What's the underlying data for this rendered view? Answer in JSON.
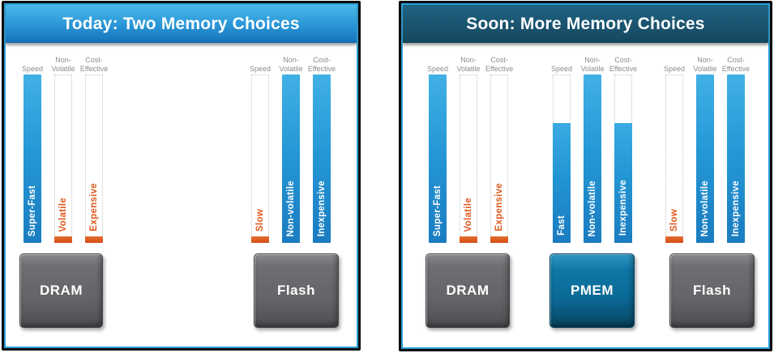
{
  "colors": {
    "bar_blue_top": "#3aabe2",
    "bar_blue_bottom": "#1a7cc0",
    "low_orange": "#dd5a1f",
    "header_today_top": "#4db7ea",
    "header_today_bottom": "#136ab0",
    "header_soon": "#194f69",
    "panel_inner_border_blue": "#2a9fd9",
    "dram_flash_box_gray": "#636467",
    "pmem_box_blue": "#0b6a97",
    "column_header_gray": "#8a8c8e"
  },
  "panels": [
    {
      "title": "Today: Two Memory Choices",
      "groups": [
        {
          "box_label": "DRAM",
          "bars": [
            {
              "header": "Speed",
              "label": "Super-Fast",
              "level": "high"
            },
            {
              "header": "Non-\nVolatile",
              "label": "Volatile",
              "level": "low"
            },
            {
              "header": "Cost-\nEffective",
              "label": "Expensive",
              "level": "low"
            }
          ]
        },
        {
          "box_label": "Flash",
          "bars": [
            {
              "header": "Speed",
              "label": "Slow",
              "level": "low"
            },
            {
              "header": "Non-\nVolatile",
              "label": "Non-volatile",
              "level": "high"
            },
            {
              "header": "Cost-\nEffective",
              "label": "Inexpensive",
              "level": "high"
            }
          ]
        }
      ]
    },
    {
      "title": "Soon: More Memory Choices",
      "groups": [
        {
          "box_label": "DRAM",
          "bars": [
            {
              "header": "Speed",
              "label": "Super-Fast",
              "level": "high"
            },
            {
              "header": "Non-\nVolatile",
              "label": "Volatile",
              "level": "low"
            },
            {
              "header": "Cost-\nEffective",
              "label": "Expensive",
              "level": "low"
            }
          ]
        },
        {
          "box_label": "PMEM",
          "bars": [
            {
              "header": "Speed",
              "label": "Fast",
              "level": "medium"
            },
            {
              "header": "Non-\nVolatile",
              "label": "Non-volatile",
              "level": "high"
            },
            {
              "header": "Cost-\nEffective",
              "label": "Inexpensive",
              "level": "medium"
            }
          ]
        },
        {
          "box_label": "Flash",
          "bars": [
            {
              "header": "Speed",
              "label": "Slow",
              "level": "low"
            },
            {
              "header": "Non-\nVolatile",
              "label": "Non-volatile",
              "level": "high"
            },
            {
              "header": "Cost-\nEffective",
              "label": "Inexpensive",
              "level": "high"
            }
          ]
        }
      ]
    }
  ]
}
